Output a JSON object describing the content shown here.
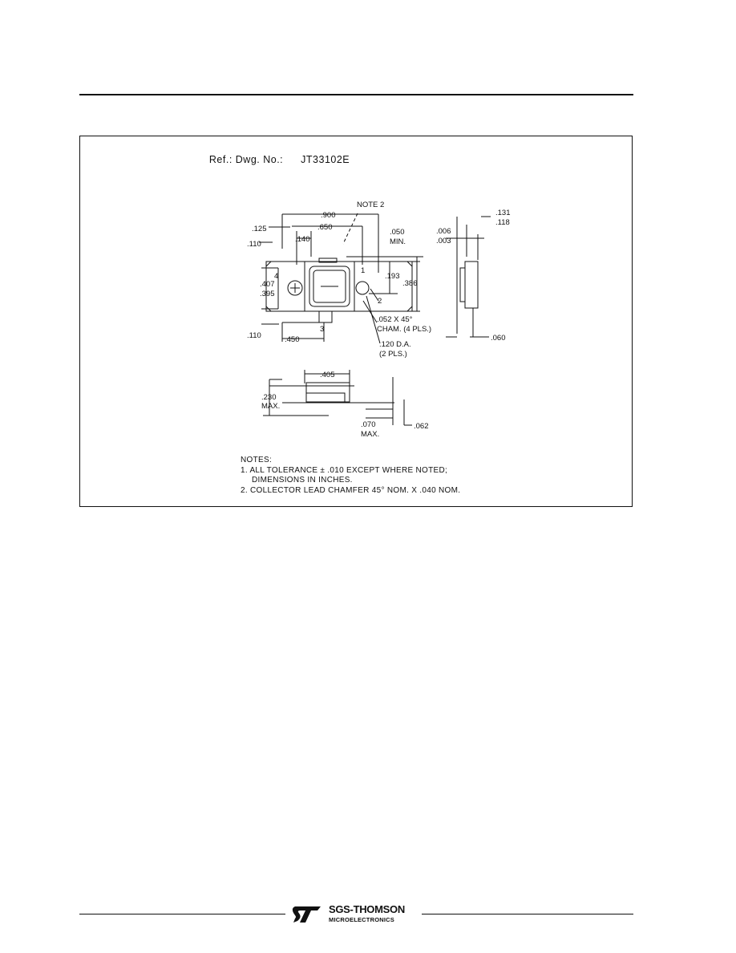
{
  "drawing": {
    "ref_label": "Ref.: Dwg. No.:",
    "ref_number": "JT33102E",
    "dims": {
      "d900": ".900",
      "note2": "NOTE 2",
      "d125": ".125",
      "d650": ".650",
      "d140": ".140",
      "d110a": ".110",
      "d050": ".050",
      "min": "MIN.",
      "d193": ".193",
      "d386": ".386",
      "d4": "4",
      "d1": "1",
      "d2": "2",
      "d3": "3",
      "d407": ".407",
      "d395": ".395",
      "cham1": ".052 X 45°",
      "cham2": "CHAM. (4 PLS.)",
      "dia1": ".120 D.A.",
      "dia2": "(2 PLS.)",
      "d110b": ".110",
      "d450": ".450",
      "d006": ".006",
      "d003": ".003",
      "d131": ".131",
      "d118": ".118",
      "d060": ".060",
      "d405": ".405",
      "d230": ".230",
      "max1": "MAX.",
      "d070": ".070",
      "max2": "MAX.",
      "d062": ".062"
    }
  },
  "notes": {
    "heading": "NOTES:",
    "note1_line1": "1. ALL TOLERANCE ± .010 EXCEPT WHERE NOTED;",
    "note1_line2": "DIMENSIONS IN INCHES.",
    "note2": "2. COLLECTOR LEAD CHAMFER 45° NOM. X .040 NOM."
  },
  "footer": {
    "brand": "SGS-THOMSON",
    "sub": "MICROELECTRONICS"
  }
}
